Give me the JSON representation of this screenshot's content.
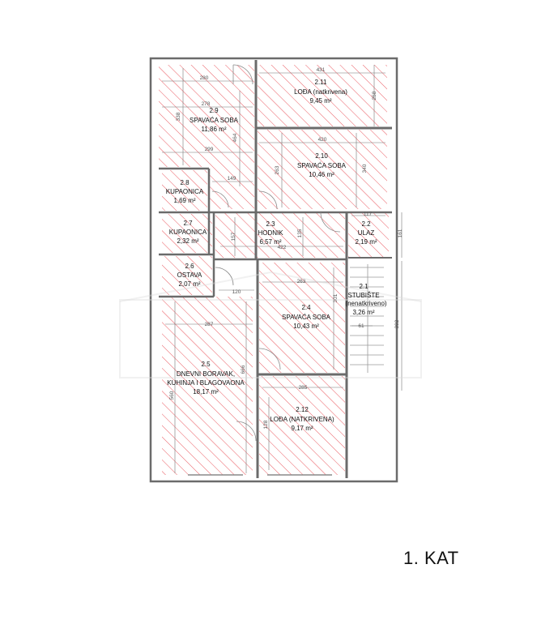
{
  "floor_label": "1. KAT",
  "rooms": [
    {
      "id": "r29",
      "num": "2.9",
      "lines": [
        "SPAVAĆA SOBA"
      ],
      "area": "11,86 m²"
    },
    {
      "id": "r211",
      "num": "2.11",
      "lines": [
        "LOĐA (natkrivena)"
      ],
      "area": "9,45 m²"
    },
    {
      "id": "r210",
      "num": "2.10",
      "lines": [
        "SPAVAĆA SOBA"
      ],
      "area": "10,46 m²"
    },
    {
      "id": "r28",
      "num": "2.8",
      "lines": [
        "KUPAONICA"
      ],
      "area": "1,69 m²"
    },
    {
      "id": "r27",
      "num": "2.7",
      "lines": [
        "KUPAONICA"
      ],
      "area": "2,32 m²"
    },
    {
      "id": "r23",
      "num": "2.3",
      "lines": [
        "HODNIK"
      ],
      "area": "6,57 m²"
    },
    {
      "id": "r22",
      "num": "2.2",
      "lines": [
        "ULAZ"
      ],
      "area": "2,19 m²"
    },
    {
      "id": "r26",
      "num": "2.6",
      "lines": [
        "OSTAVA"
      ],
      "area": "2,07 m²"
    },
    {
      "id": "r21",
      "num": "2.1",
      "lines": [
        "STUBIŠTE",
        "(nenatkriveno)"
      ],
      "area": "3,26 m²"
    },
    {
      "id": "r24",
      "num": "2.4",
      "lines": [
        "SPAVAĆA SOBA"
      ],
      "area": "10,43 m²"
    },
    {
      "id": "r25",
      "num": "2.5",
      "lines": [
        "DNEVNI BORAVAK,",
        "KUHINJA I BLAGOVAONA"
      ],
      "area": "18,17 m²"
    },
    {
      "id": "r212",
      "num": "2.12",
      "lines": [
        "LOĐA (NATKRIVENA)"
      ],
      "area": "9,17 m²"
    }
  ],
  "dimensions": [
    "280",
    "431",
    "278",
    "258",
    "338",
    "464",
    "299",
    "420",
    "263",
    "340",
    "149",
    "117",
    "161",
    "157",
    "422",
    "135",
    "120",
    "263",
    "301",
    "287",
    "61",
    "392",
    "560",
    "666",
    "285",
    "128"
  ],
  "colors": {
    "hatch": "#e8474f",
    "wall": "#6b6b6b",
    "background": "#ffffff"
  }
}
